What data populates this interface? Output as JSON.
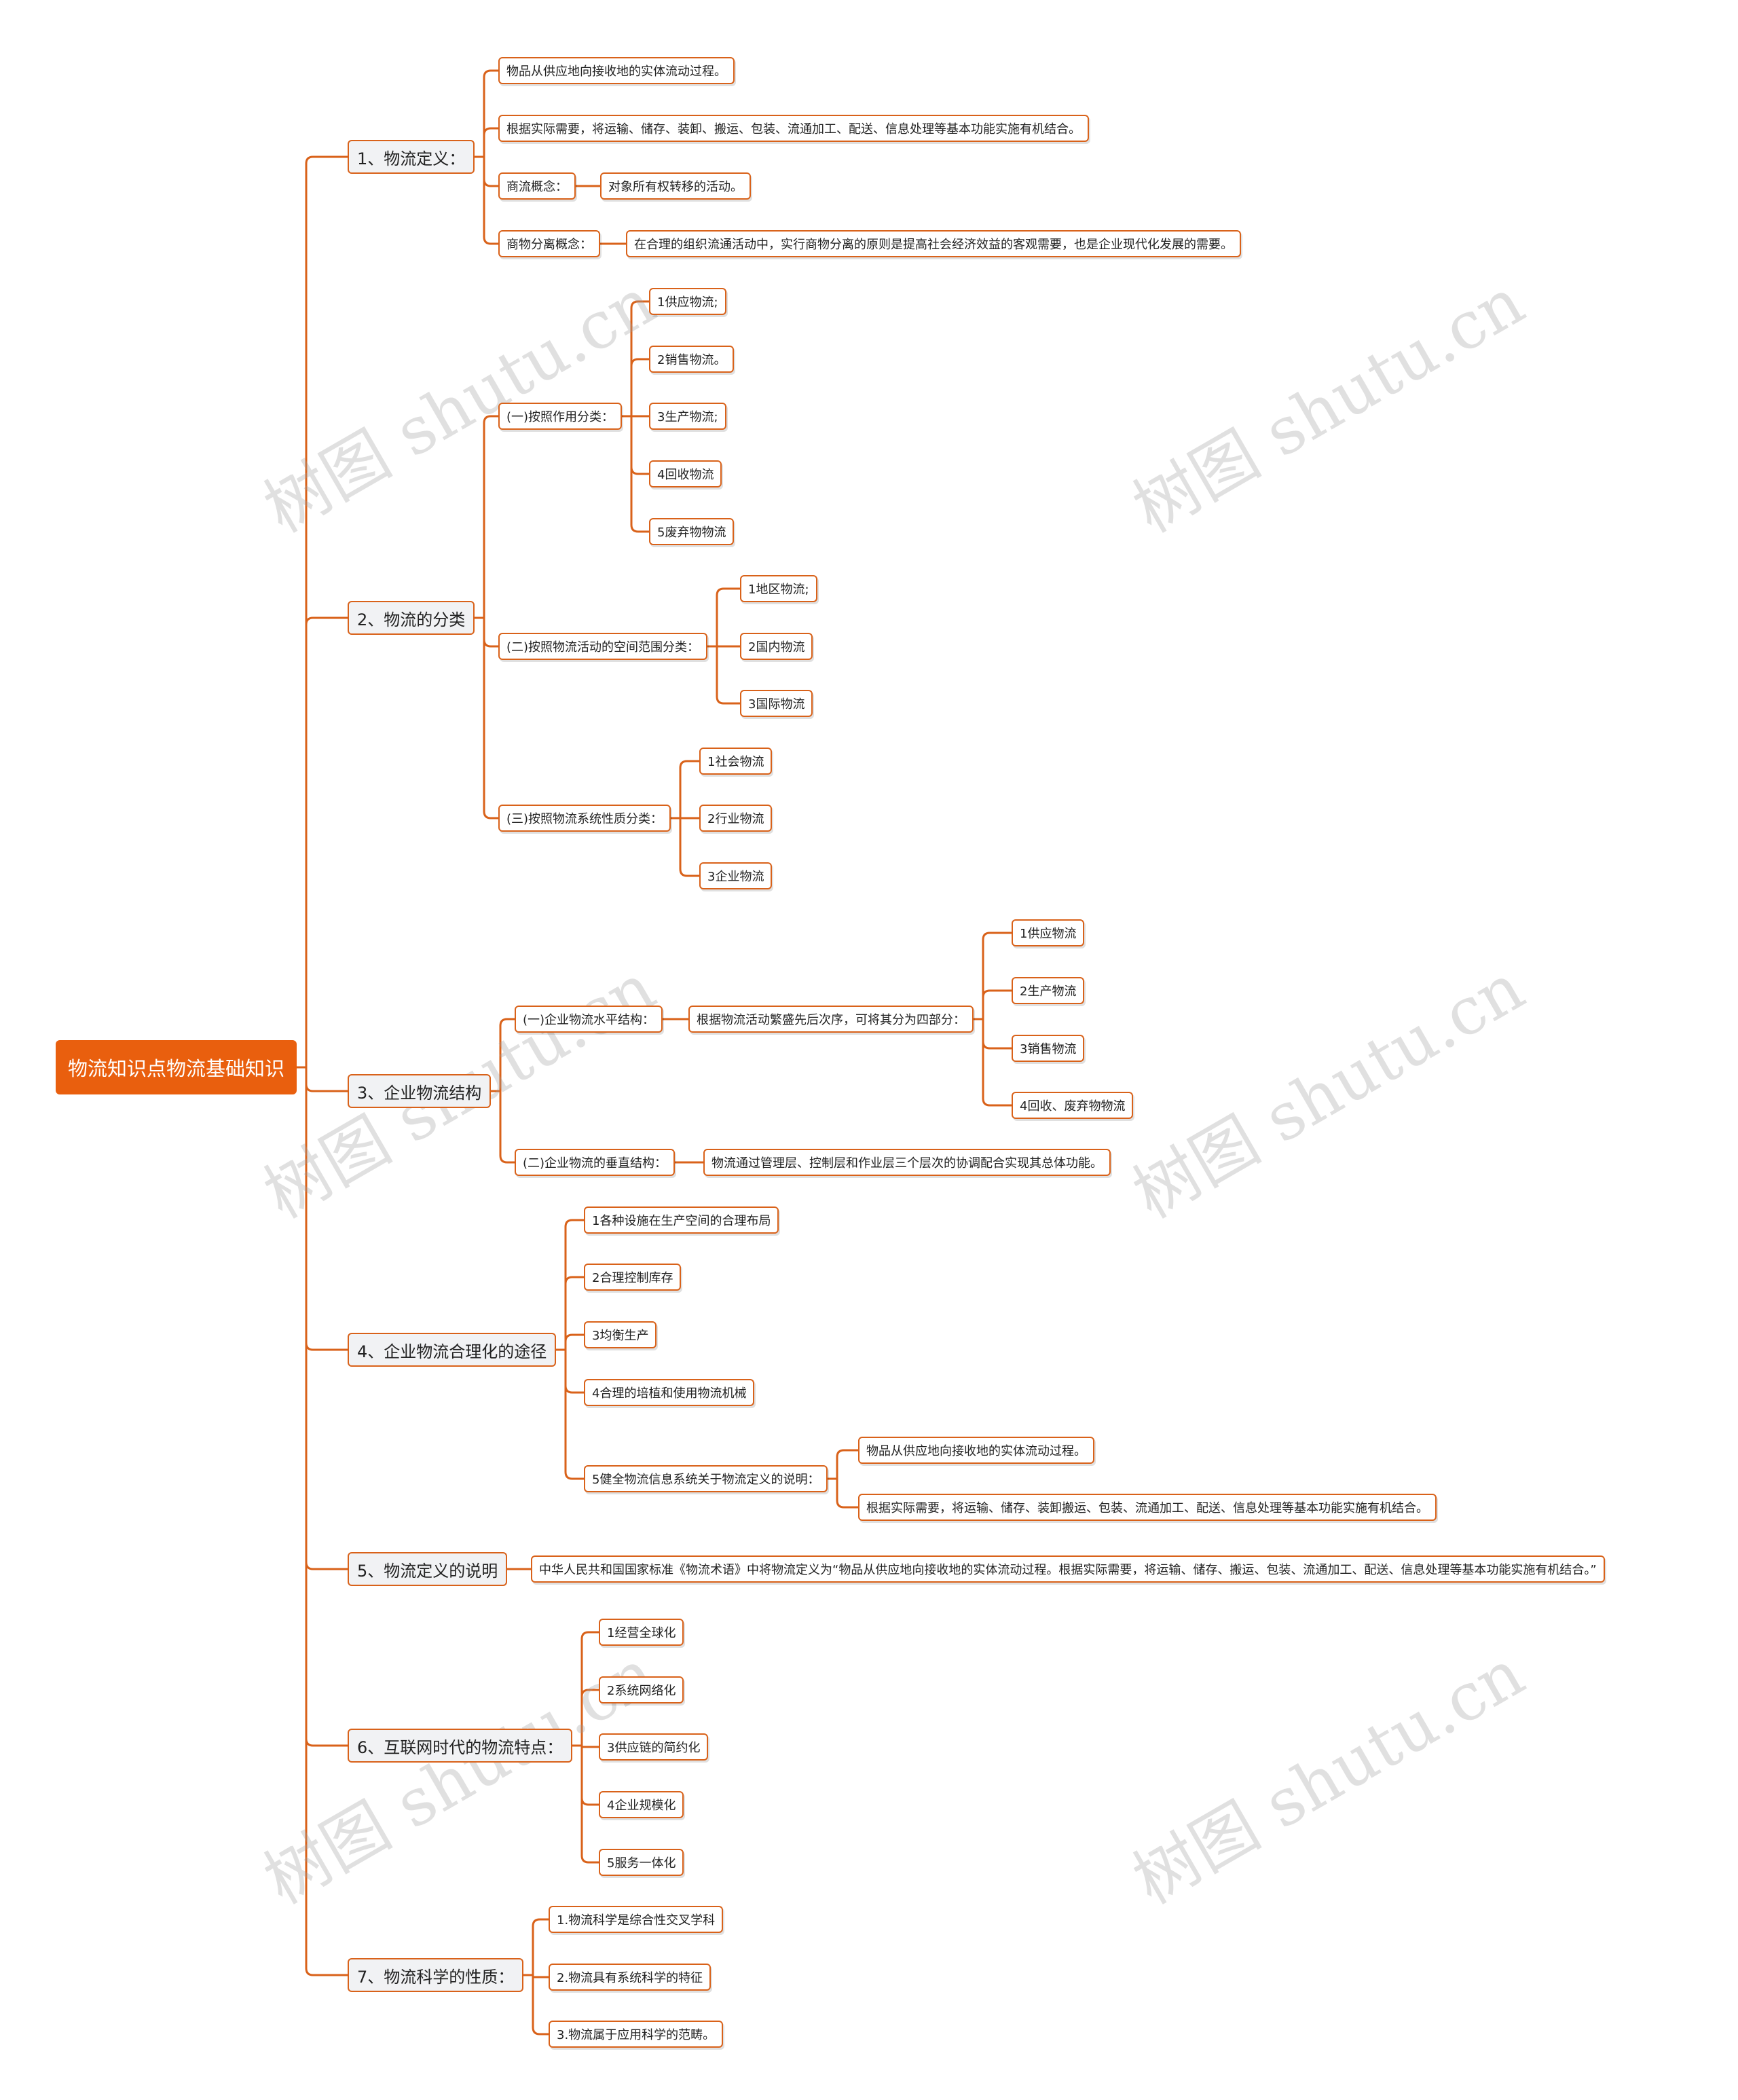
{
  "root": "物流知识点物流基础知识",
  "watermark": "树图 shutu.cn",
  "sections": {
    "s1": {
      "title": "1、物流定义：",
      "a": "物品从供应地向接收地的实体流动过程。",
      "b": "根据实际需要，将运输、储存、装卸、搬运、包装、流通加工、配送、信息处理等基本功能实施有机结合。",
      "c": "商流概念：",
      "c1": "对象所有权转移的活动。",
      "d": "商物分离概念：",
      "d1": "在合理的组织流通活动中，实行商物分离的原则是提高社会经济效益的客观需要，也是企业现代化发展的需要。"
    },
    "s2": {
      "title": "2、物流的分类",
      "g1": "(一)按照作用分类：",
      "g1_items": [
        "1供应物流;",
        "2销售物流。",
        "3生产物流;",
        "4回收物流",
        "5废弃物物流"
      ],
      "g2": "(二)按照物流活动的空间范围分类：",
      "g2_items": [
        "1地区物流;",
        "2国内物流",
        "3国际物流"
      ],
      "g3": "(三)按照物流系统性质分类：",
      "g3_items": [
        "1社会物流",
        "2行业物流",
        "3企业物流"
      ]
    },
    "s3": {
      "title": "3、企业物流结构",
      "h": "(一)企业物流水平结构：",
      "h1": "根据物流活动繁盛先后次序，可将其分为四部分：",
      "h1_items": [
        "1供应物流",
        "2生产物流",
        "3销售物流",
        "4回收、废弃物物流"
      ],
      "v": "(二)企业物流的垂直结构：",
      "v1": "物流通过管理层、控制层和作业层三个层次的协调配合实现其总体功能。"
    },
    "s4": {
      "title": "4、企业物流合理化的途径",
      "items": [
        "1各种设施在生产空间的合理布局",
        "2合理控制库存",
        "3均衡生产",
        "4合理的培植和使用物流机械"
      ],
      "e": "5健全物流信息系统关于物流定义的说明：",
      "e1": "物品从供应地向接收地的实体流动过程。",
      "e2": "根据实际需要，将运输、储存、装卸搬运、包装、流通加工、配送、信息处理等基本功能实施有机结合。"
    },
    "s5": {
      "title": "5、物流定义的说明",
      "a": "中华人民共和国国家标准《物流术语》中将物流定义为“物品从供应地向接收地的实体流动过程。根据实际需要，将运输、储存、搬运、包装、流通加工、配送、信息处理等基本功能实施有机结合。”"
    },
    "s6": {
      "title": "6、互联网时代的物流特点：",
      "items": [
        "1经营全球化",
        "2系统网络化",
        "3供应链的简约化",
        "4企业规模化",
        "5服务一体化"
      ]
    },
    "s7": {
      "title": "7、物流科学的性质：",
      "items": [
        "1.物流科学是综合性交叉学科",
        "2.物流具有系统科学的特征",
        "3.物流属于应用科学的范畴。"
      ]
    }
  }
}
